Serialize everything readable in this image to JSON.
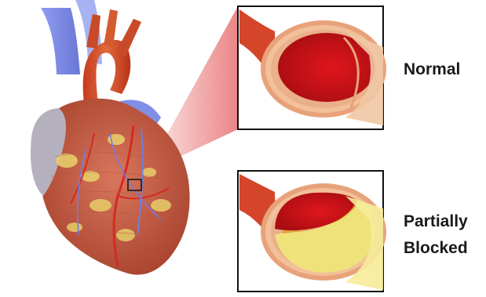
{
  "labels": {
    "normal": "Normal",
    "partially": "Partially",
    "blocked": "Blocked"
  },
  "colors": {
    "artery_red": "#c8141a",
    "artery_wall": "#e8a27a",
    "plaque": "#efe27a",
    "vein_blue": "#7f8fe6",
    "heart_muscle": "#c9614a",
    "fat": "#e6cc6a",
    "callout": "#e14a4a"
  },
  "icons": [
    "heart-illustration",
    "normal-artery-cross-section",
    "blocked-artery-cross-section"
  ]
}
